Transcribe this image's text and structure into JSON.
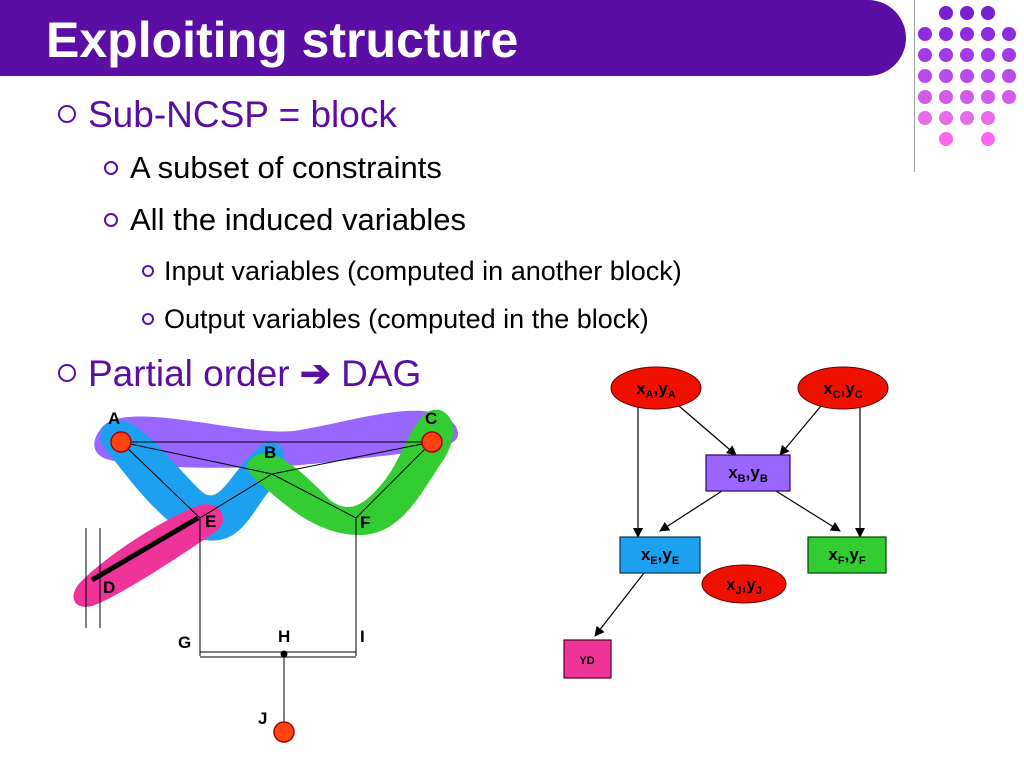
{
  "title": "Exploiting structure",
  "bullets": {
    "b1": "Sub-NCSP = block",
    "b1a": "A subset of constraints",
    "b1b": "All the induced variables",
    "b1b1": "Input variables (computed in another block)",
    "b1b2": "Output variables (computed in the block)",
    "b2_text": "Partial order",
    "b2_arrow": "➔",
    "b2_tail": "DAG"
  },
  "graph_left": {
    "labels": {
      "A": "A",
      "B": "B",
      "C": "C",
      "D": "D",
      "E": "E",
      "F": "F",
      "G": "G",
      "H": "H",
      "I": "I",
      "J": "J"
    }
  },
  "dag": {
    "nodes": {
      "A": {
        "x": "x",
        "sx": "A",
        "y": "y",
        "sy": "A"
      },
      "C": {
        "x": "x",
        "sx": "C",
        "y": "y",
        "sy": "C"
      },
      "B": {
        "x": "x",
        "sx": "B",
        "y": "y",
        "sy": "B"
      },
      "E": {
        "x": "x",
        "sx": "E",
        "y": "y",
        "sy": "E"
      },
      "F": {
        "x": "x",
        "sx": "F",
        "y": "y",
        "sy": "F"
      },
      "J": {
        "x": "x",
        "sx": "J",
        "y": "y",
        "sy": "J"
      },
      "YD": "YD"
    }
  },
  "colors": {
    "title_bg": "#5a0ea4",
    "blue": "#1ea0f0",
    "green": "#33cc33",
    "purple": "#9966ff",
    "pink": "#ee3399",
    "red": "#ee1100"
  }
}
